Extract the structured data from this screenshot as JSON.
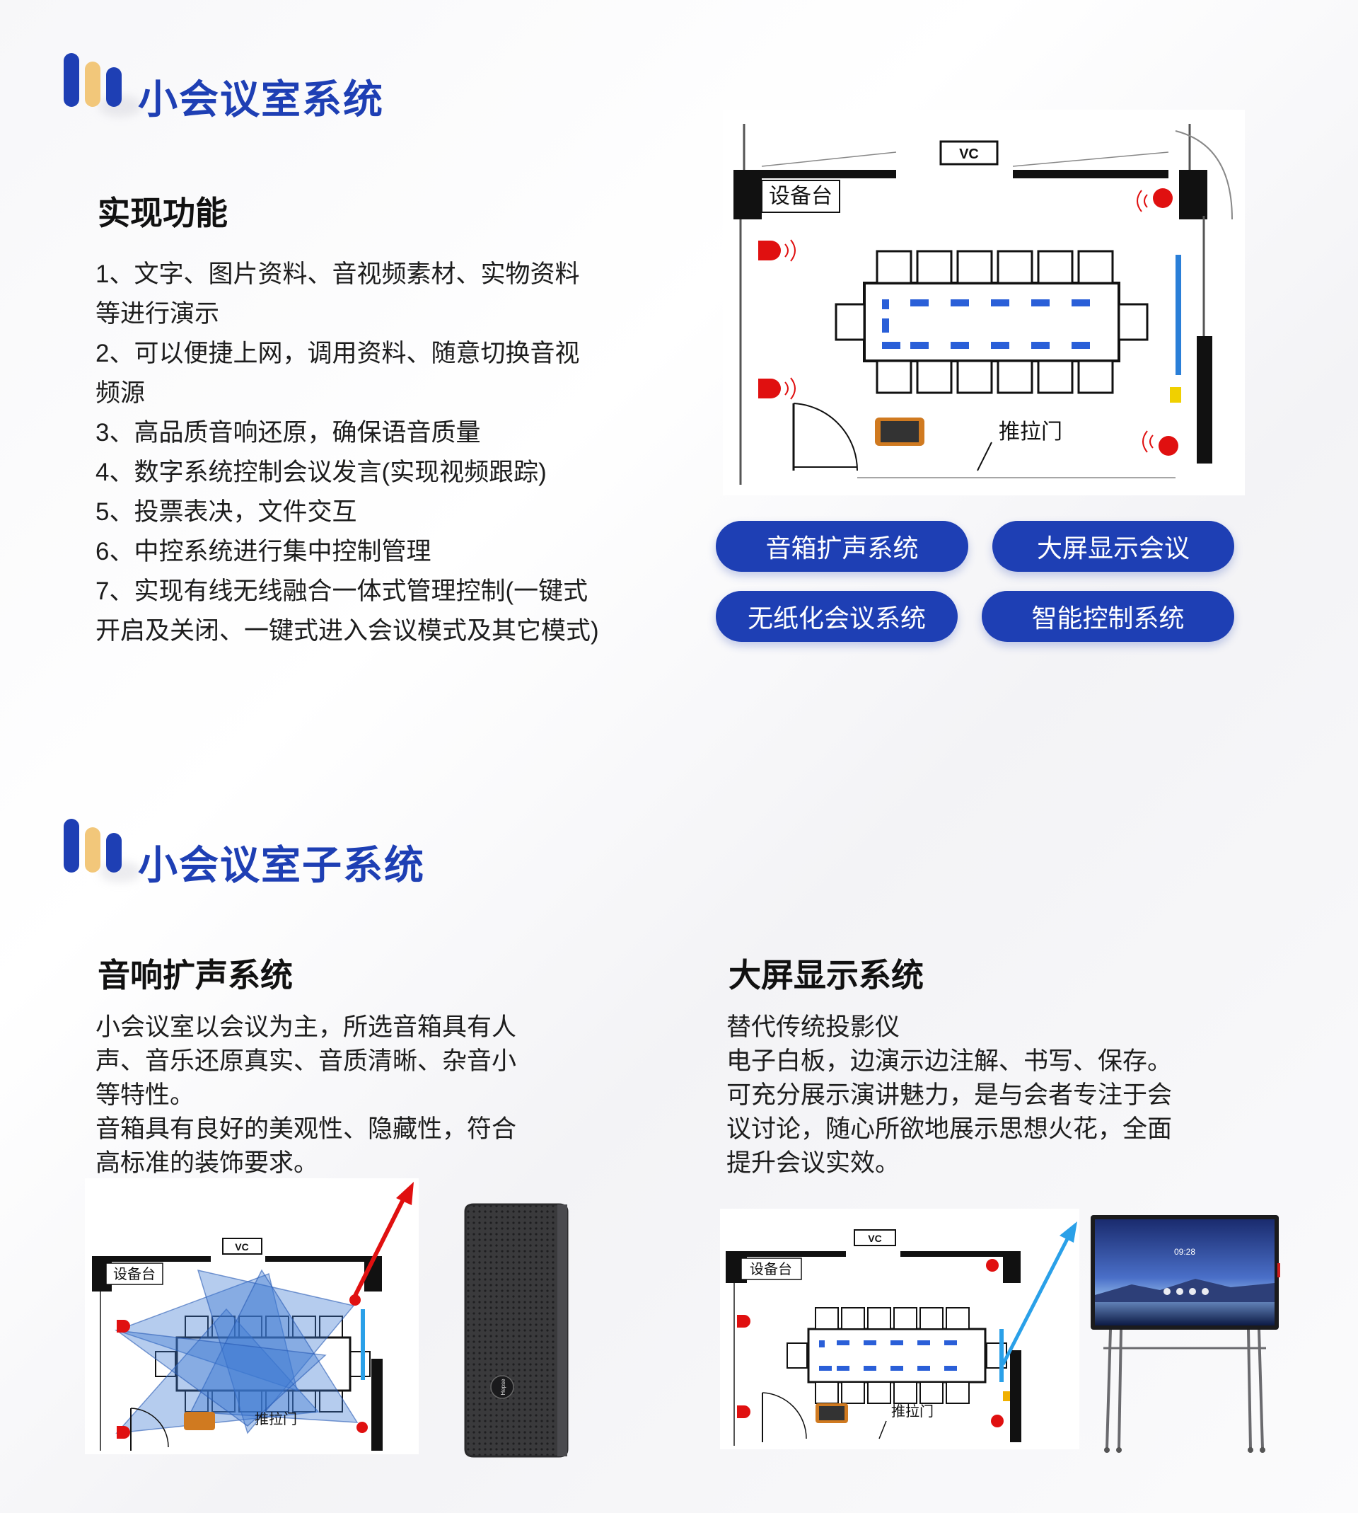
{
  "section1": {
    "title": "小会议室系统",
    "features_heading": "实现功能",
    "features": [
      "1、文字、图片资料、音视频素材、实物资料",
      "等进行演示",
      "2、可以便捷上网，调用资料、随意切换音视",
      "频源",
      "3、高品质音响还原，确保语音质量",
      "4、数字系统控制会议发言(实现视频跟踪)",
      "5、投票表决，文件交互",
      "6、中控系统进行集中控制管理",
      "7、实现有线无线融合一体式管理控制(一键式",
      "开启及关闭、一键式进入会议模式及其它模式)"
    ],
    "plan_labels": {
      "desk": "设备台",
      "vc": "VC",
      "door": "推拉门"
    },
    "buttons": [
      "音箱扩声系统",
      "大屏显示会议",
      "无纸化会议系统",
      "智能控制系统"
    ]
  },
  "section2": {
    "title": "小会议室子系统",
    "audio": {
      "heading": "音响扩声系统",
      "lines": [
        "小会议室以会议为主，所选音箱具有人",
        "声、音乐还原真实、音质清晰、杂音小",
        "等特性。",
        "音箱具有良好的美观性、隐藏性，符合",
        "高标准的装饰要求。"
      ],
      "speaker_brand": "Hepse"
    },
    "display": {
      "heading": "大屏显示系统",
      "lines": [
        "替代传统投影仪",
        "电子白板，边演示边注解、书写、保存。",
        "可充分展示演讲魅力，是与会者专注于会",
        "议讨论，随心所欲地展示思想火花，全面",
        "提升会议实效。"
      ],
      "screen_time": "09:28"
    }
  },
  "colors": {
    "brand_blue": "#1e3fb4",
    "accent_gold": "#f2c77a",
    "speaker_red": "#e01010",
    "seat_blue": "#2a5fd8"
  }
}
